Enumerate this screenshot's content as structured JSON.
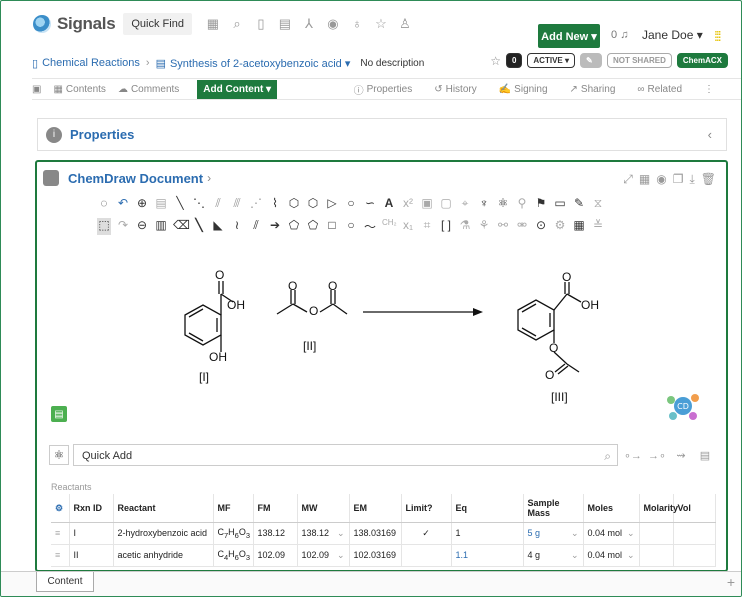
{
  "app": {
    "name": "Signals",
    "quick_find": "Quick Find",
    "add_new": "Add New ▾",
    "notif_count": "0",
    "user": "Jane Doe ▾"
  },
  "breadcrumb": {
    "root": "Chemical Reactions",
    "current": "Synthesis of 2-acetoxybenzoic acid ▾",
    "description": "No description"
  },
  "status": {
    "comments": "0",
    "state": "ACTIVE ▾",
    "shared": "NOT SHARED",
    "chemacx": "ChemACX"
  },
  "tabs": {
    "contents": "Contents",
    "comments": "Comments",
    "add_content": "Add Content ▾",
    "properties": "Properties",
    "history": "History",
    "signing": "Signing",
    "sharing": "Sharing",
    "related": "Related"
  },
  "properties_panel": {
    "title": "Properties"
  },
  "chemdraw": {
    "title": "ChemDraw Document",
    "labels": {
      "oh1": "OH",
      "oh2": "OH",
      "o1": "O",
      "o2": "O",
      "o3": "O",
      "o4": "O",
      "o5": "O",
      "o6": "O",
      "oh3": "OH",
      "r1": "[I]",
      "r2": "[II]",
      "p1": "[III]"
    }
  },
  "quick_add": {
    "placeholder": "Quick Add"
  },
  "reactants": {
    "label": "Reactants",
    "columns": [
      "Rxn ID",
      "Reactant",
      "MF",
      "FM",
      "MW",
      "EM",
      "Limit?",
      "Eq",
      "Sample Mass",
      "Moles",
      "Molarity",
      "Vol"
    ],
    "rows": [
      {
        "id": "I",
        "name": "2-hydroxybenzoic acid",
        "mf": "C7H6O3",
        "fm": "138.12",
        "mw": "138.12",
        "em": "138.03169",
        "limit": "✓",
        "eq": "1",
        "mass": "5 g",
        "moles": "0.04 mol"
      },
      {
        "id": "II",
        "name": "acetic anhydride",
        "mf": "C4H6O3",
        "fm": "102.09",
        "mw": "102.09",
        "em": "102.03169",
        "limit": "",
        "eq": "1.1",
        "mass": "4 g",
        "moles": "0.04 mol"
      }
    ]
  },
  "bottom": {
    "tab": "Content"
  }
}
